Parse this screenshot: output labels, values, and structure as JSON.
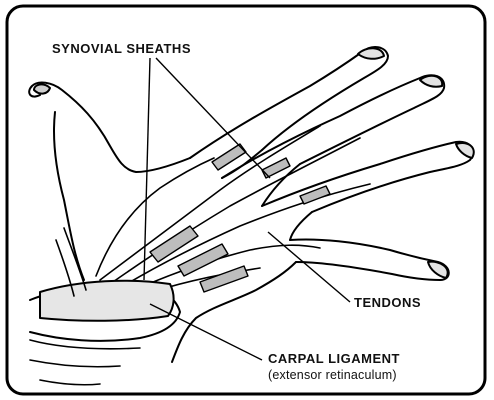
{
  "labels": {
    "synovial_sheaths": "SYNOVIAL SHEATHS",
    "tendons": "TENDONS",
    "carpal_ligament": "CARPAL LIGAMENT",
    "carpal_ligament_sub": "(extensor retinaculum)"
  }
}
